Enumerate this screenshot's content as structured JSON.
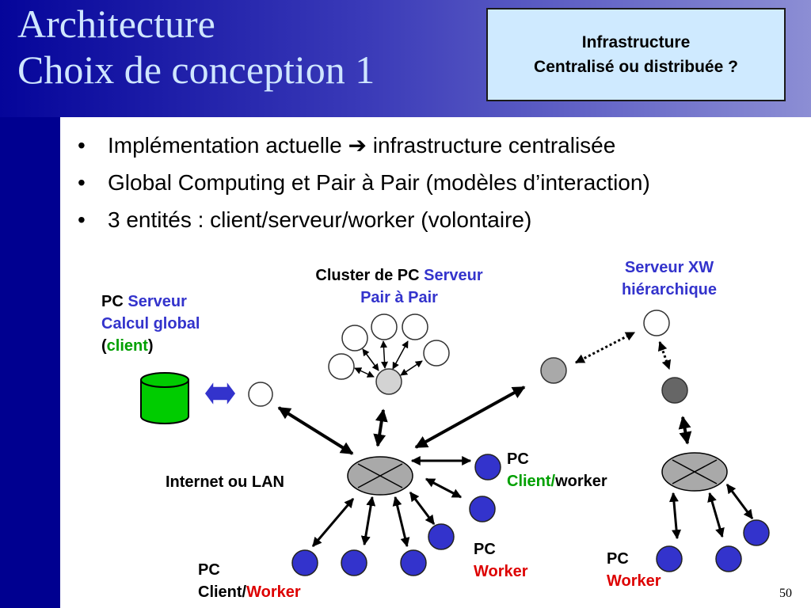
{
  "title": {
    "line1": "Architecture",
    "line2": "Choix de conception 1"
  },
  "infobox": {
    "line1": "Infrastructure",
    "line2": "Centralisé ou  distribuée ?"
  },
  "bullets": [
    {
      "marker": "•",
      "text": "Implémentation actuelle ➔ infrastructure centralisée"
    },
    {
      "marker": "•",
      "text": "Global Computing et Pair à Pair (modèles d’interaction)"
    },
    {
      "marker": "•",
      "text": "3 entités : client/serveur/worker (volontaire)"
    }
  ],
  "labels": {
    "pc_serveur": {
      "pc": "PC",
      "serveur": "Serveur",
      "calcul": "Calcul global",
      "open": "(",
      "client": "client",
      "close": ")"
    },
    "cluster": {
      "part1": "Cluster de PC",
      "part2": "Serveur",
      "line2": "Pair à Pair"
    },
    "serveur_xw": {
      "line1": "Serveur XW",
      "line2": "hiérarchique"
    },
    "internet": "Internet ou LAN",
    "pc_client_worker_right": {
      "pc": "PC",
      "client": "Client/",
      "worker": "worker"
    },
    "pc_worker_mid": {
      "pc": "PC",
      "worker": "Worker"
    },
    "pc_client_worker_bottom": {
      "pc": "PC",
      "client": "Client/",
      "worker": "Worker"
    },
    "pc_worker_right": {
      "pc": "PC",
      "worker": "Worker"
    }
  },
  "colors": {
    "blue": "#3333cc",
    "green": "#00a000",
    "red": "#dd0000",
    "node_blue": "#3333cc",
    "node_grey": "#a9a9a9",
    "node_dark": "#666666",
    "database": "#00cc00"
  },
  "page_number": "50"
}
